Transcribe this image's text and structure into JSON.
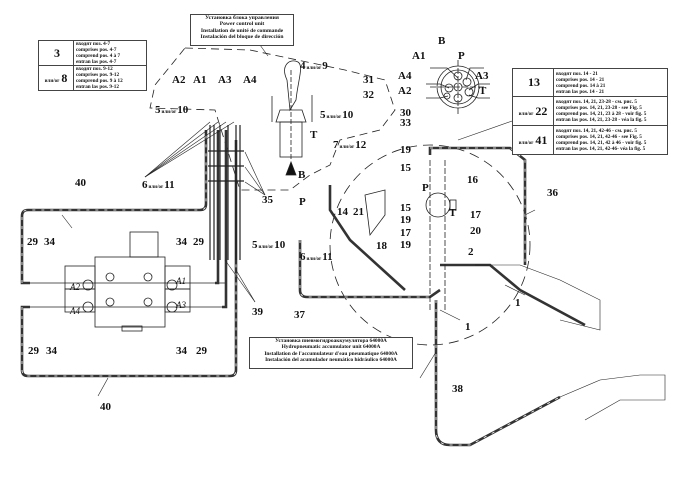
{
  "diagram": {
    "type": "hydraulic assembly drawing",
    "colors": {
      "line": "#222222",
      "dash": "#333333",
      "hose_fill": "#ffffff",
      "background": "#ffffff"
    }
  },
  "notes": {
    "power_control_unit": {
      "lines": [
        "Установка блока управления",
        "Power control unit",
        "Installation de unité de commande",
        "Instalación del bloque de dirección"
      ]
    },
    "accumulator_unit": {
      "lines": [
        "Установка пневмогидроаккумулятора  64000A",
        "Hydropneumatic accumulator unit  64000A",
        "Installation de l'accumulateur d'eau pneumatique 64000A",
        "Instalación del acumulador neumático hidráulico  64000A"
      ]
    }
  },
  "left_table": {
    "rows": [
      {
        "prefix": "",
        "number": "3",
        "text": [
          "входят поз. 4-7",
          "comprises pos. 4-7",
          "comprend pos. 4 à 7",
          "entran las pos. 4-7"
        ]
      },
      {
        "prefix": "или/or",
        "number": "8",
        "text": [
          "входят поз. 9-12",
          "comprises pos. 9-12",
          "comprend pos. 9 à 12",
          "entran las pos. 9-12"
        ]
      }
    ]
  },
  "right_table": {
    "rows": [
      {
        "prefix": "",
        "number": "13",
        "text": [
          "входят поз. 14 - 21",
          "comprises pos. 14 - 21",
          "comprend pos. 14 à 21",
          "entran las pos. 14 - 21"
        ]
      },
      {
        "prefix": "или/or",
        "number": "22",
        "text": [
          "входят поз. 14, 21, 23-28 - см. рис. 5",
          "comprises pos. 14, 21, 23-28 - see Fig. 5",
          "comprend pos. 14, 21, 23 à 28 - voir fig. 5",
          "entran las pos. 14, 21, 23-28 - véa la fig. 5"
        ]
      },
      {
        "prefix": "или/or",
        "number": "41",
        "text": [
          "входят поз. 14, 21, 42-46 - см. рис. 5",
          "comprises pos. 14, 21, 42-46 - see Fig. 5",
          "comprend pos. 14, 21, 42 à 46 - voir fig. 5",
          "entran las pos. 14, 21, 42-46- véa la fig. 5"
        ]
      }
    ]
  },
  "view_b": {
    "title": "B",
    "ports": [
      "A1",
      "P",
      "A4",
      "A3",
      "A2",
      "T"
    ]
  },
  "or_word": "или/or",
  "labels": {
    "a2": "A2",
    "a1": "A1",
    "a3": "A3",
    "a4": "A4",
    "p5_10_top": {
      "a": "5",
      "b": "10"
    },
    "p4_9": {
      "a": "4",
      "b": "9"
    },
    "p31": "31",
    "p32": "32",
    "p5_10_right": {
      "a": "5",
      "b": "10"
    },
    "t_joy": "T",
    "p7_12": {
      "a": "7",
      "b": "12"
    },
    "arrow_b": "B",
    "p6_11_left": {
      "a": "6",
      "b": "11"
    },
    "p35": "35",
    "p40_top": "40",
    "p40_bottom": "40",
    "p_mid": "P",
    "p5_10_mid": {
      "a": "5",
      "b": "10"
    },
    "p6_11_mid": {
      "a": "6",
      "b": "11"
    },
    "p30": "30",
    "p33": "33",
    "p14": "14",
    "p21": "21",
    "p18": "18",
    "p19a": "19",
    "p15a": "15",
    "p_acc": "P",
    "p16": "16",
    "p15b": "15",
    "p19b": "19",
    "p17a": "17",
    "p19c": "19",
    "t_acc": "T",
    "p17b": "17",
    "p20": "20",
    "p2": "2",
    "p36": "36",
    "p1a": "1",
    "p1b": "1",
    "p37": "37",
    "p38": "38",
    "p39": "39",
    "v29a": "29",
    "v34a": "34",
    "v34b": "34",
    "v29b": "29",
    "v29c": "29",
    "v34c": "34",
    "v34d": "34",
    "v29d": "29",
    "valve_a1": "A1",
    "valve_a2": "A2",
    "valve_a3": "A3",
    "valve_a4": "A4"
  }
}
